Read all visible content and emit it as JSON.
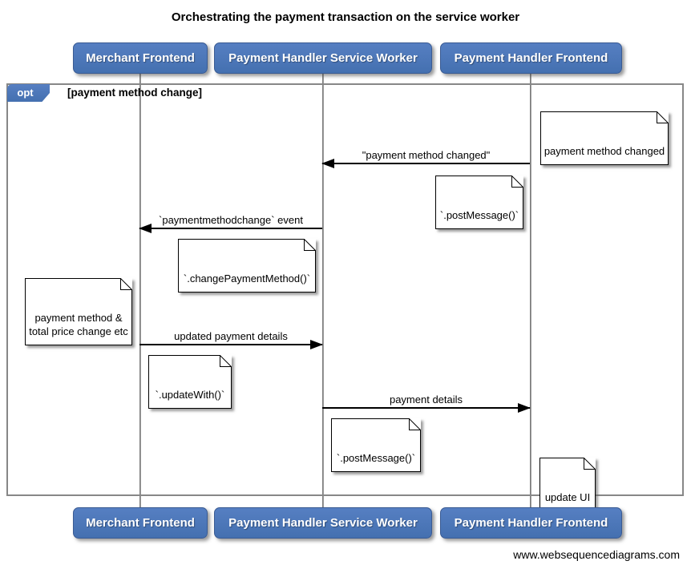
{
  "diagram": {
    "title": "Orchestrating the payment transaction on the service worker",
    "watermark": "www.websequencediagrams.com"
  },
  "actors": [
    {
      "label": "Merchant Frontend"
    },
    {
      "label": "Payment Handler Service Worker"
    },
    {
      "label": "Payment Handler Frontend"
    }
  ],
  "fragment": {
    "operator": "opt",
    "guard": "[payment method change]"
  },
  "messages": [
    {
      "label": "\"payment method changed\"",
      "from": "Payment Handler Frontend",
      "to": "Payment Handler Service Worker",
      "direction": "left"
    },
    {
      "label": "`paymentmethodchange` event",
      "from": "Payment Handler Service Worker",
      "to": "Merchant Frontend",
      "direction": "left"
    },
    {
      "label": "updated payment details",
      "from": "Merchant Frontend",
      "to": "Payment Handler Service Worker",
      "direction": "right"
    },
    {
      "label": "payment details",
      "from": "Payment Handler Service Worker",
      "to": "Payment Handler Frontend",
      "direction": "right"
    }
  ],
  "notes": [
    {
      "text": "payment method changed",
      "anchor": "Payment Handler Frontend"
    },
    {
      "text": "`.postMessage()`",
      "anchor": "Payment Handler Frontend"
    },
    {
      "text": "`.changePaymentMethod()`",
      "anchor": "Payment Handler Service Worker"
    },
    {
      "text": "payment method &\ntotal price change etc",
      "anchor": "Merchant Frontend"
    },
    {
      "text": "`.updateWith()`",
      "anchor": "Merchant Frontend"
    },
    {
      "text": "`.postMessage()`",
      "anchor": "Payment Handler Service Worker"
    },
    {
      "text": "update UI",
      "anchor": "Payment Handler Frontend"
    }
  ],
  "colors": {
    "actor_fill": "#4d77ba",
    "actor_border": "#3a5b93",
    "lifeline": "#7e7e7e",
    "frame_border": "#878787",
    "note_fill": "#ffffff",
    "arrow": "#000000"
  }
}
